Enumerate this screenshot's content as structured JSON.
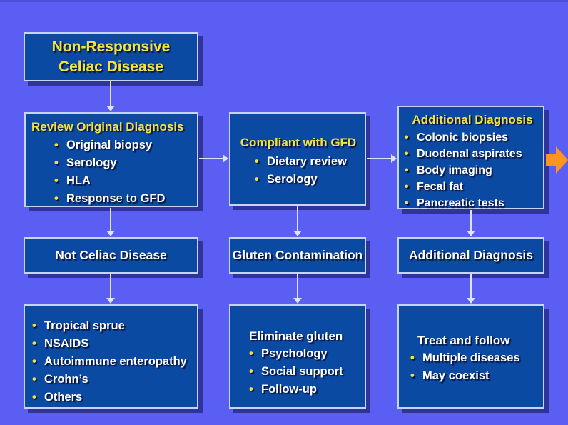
{
  "colors": {
    "background": "#5a5ef2",
    "box_fill": "#0b4aa2",
    "box_border": "#c6d5f2",
    "shadow": "#2f339a",
    "heading": "#f3e342",
    "body_text": "#ffffff",
    "bullet": "#f3e342",
    "connector": "#dbe4fb",
    "offpage_arrow": "#ff9421"
  },
  "title": {
    "line1": "Non-Responsive",
    "line2": "Celiac Disease"
  },
  "boxes": {
    "review": {
      "heading": "Review Original Diagnosis",
      "bullets": [
        "Original biopsy",
        "Serology",
        "HLA",
        "Response to GFD"
      ]
    },
    "compliant": {
      "heading": "Compliant with GFD",
      "bullets": [
        "Dietary review",
        "Serology"
      ]
    },
    "additional_detail": {
      "heading": "Additional Diagnosis",
      "bullets": [
        "Colonic biopsies",
        "Duodenal aspirates",
        "Body imaging",
        "Fecal fat",
        "Pancreatic tests"
      ]
    },
    "not_celiac": {
      "label": "Not Celiac Disease"
    },
    "gluten_contamination": {
      "label": "Gluten Contamination"
    },
    "additional_dx": {
      "label": "Additional Diagnosis"
    },
    "differential": {
      "bullets": [
        "Tropical sprue",
        "NSAIDS",
        "Autoimmune enteropathy",
        "Crohn’s",
        "Others"
      ]
    },
    "eliminate": {
      "heading": "Eliminate gluten",
      "bullets": [
        "Psychology",
        "Social support",
        "Follow-up"
      ]
    },
    "treat": {
      "heading": "Treat and follow",
      "bullets": [
        "Multiple diseases",
        "May coexist"
      ]
    }
  },
  "icons": {
    "offpage_arrow": "off-page continuation arrow"
  }
}
